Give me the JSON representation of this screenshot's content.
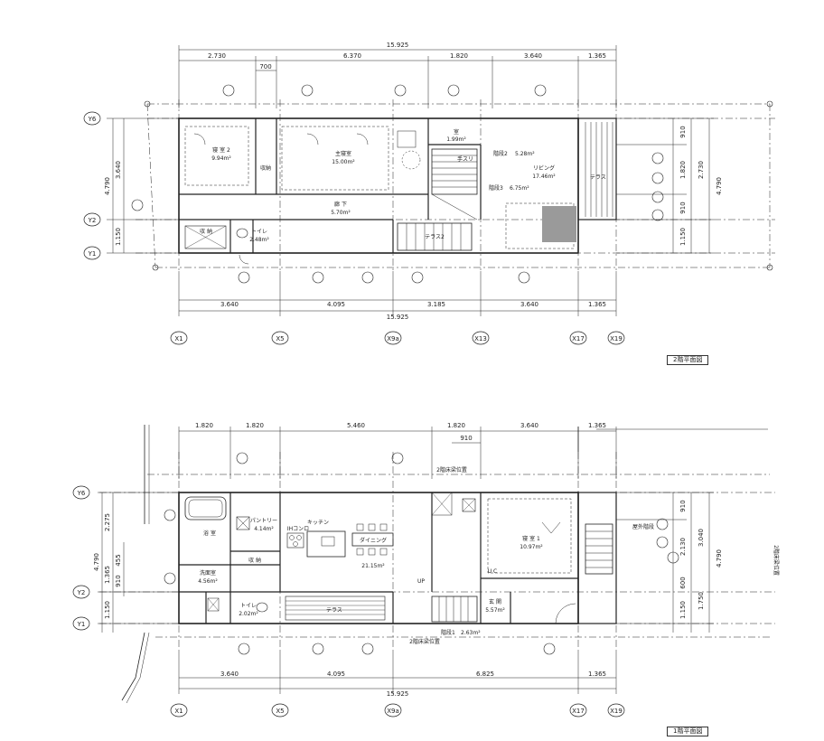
{
  "plan2": {
    "title": "2階平面図",
    "total": "15.925",
    "top_dims": [
      "2.730",
      "6.370",
      "1.820",
      "3.640",
      "1.365"
    ],
    "top_sub": "700",
    "bottom_dims": [
      "3.640",
      "4.095",
      "3.185",
      "3.640",
      "1.365"
    ],
    "left_dims": [
      "4.790",
      "3.640",
      "1.150"
    ],
    "right_dims": [
      "910",
      "1.820",
      "910",
      "1.150",
      "2.730",
      "4.790"
    ],
    "rooms": {
      "bed2": "寝 室 2",
      "bed2_area": "9.94m²",
      "main": "主寝室",
      "main_area": "15.00m²",
      "storage": "収 納",
      "closet": "収納",
      "hall": "廊 下",
      "hall_area": "5.70m²",
      "toilet": "トイレ",
      "toilet_area": "2.48m²",
      "room": "室",
      "room_area": "1.99m²",
      "living": "リビング",
      "living_area": "17.46m²",
      "stair2": "階段2",
      "stair2_area": "5.28m²",
      "stair3": "階段3",
      "stair3_area": "6.75m²",
      "terrace": "テラス",
      "terrace2": "テラス2",
      "handrail": "手スリ"
    }
  },
  "plan1": {
    "title": "1階平面図",
    "total": "15.925",
    "top_dims": [
      "1.820",
      "1.820",
      "5.460",
      "1.820",
      "3.640",
      "1.365"
    ],
    "top_sub": "910",
    "bottom_dims": [
      "3.640",
      "4.095",
      "6.825",
      "1.365"
    ],
    "left_dims": [
      "4.790",
      "2.275",
      "1.365",
      "910",
      "455",
      "1.150"
    ],
    "right_dims": [
      "910",
      "2.130",
      "600",
      "1.150",
      "3.040",
      "1.750",
      "4.790"
    ],
    "rooms": {
      "bath": "浴 室",
      "wash": "洗面室",
      "wash_area": "4.56m²",
      "pantry": "パントリー",
      "pantry_area": "4.14m²",
      "ih": "IHコンロ",
      "kitchen": "キッチン",
      "dining": "ダイニング",
      "dining_area": "21.15m²",
      "storage": "収 納",
      "toilet": "トイレ",
      "toilet_area": "2.02m²",
      "terrace": "テラス",
      "bed1": "寝 室 1",
      "bed1_area": "10.97m²",
      "entry": "玄 関",
      "entry_area": "5.57m²",
      "stair1": "階段1",
      "stair1_area": "2.63m²",
      "up": "UP",
      "uc": "U C",
      "outer_stair": "屋外階段",
      "eaves_top": "2階床梁位置",
      "eaves_bottom": "2階床梁位置",
      "side_note": "2階床梁位置"
    }
  },
  "axes": [
    "X1",
    "X5",
    "X9a",
    "X13",
    "X17",
    "X19"
  ],
  "rows": [
    "Y6",
    "Y2",
    "Y1"
  ]
}
